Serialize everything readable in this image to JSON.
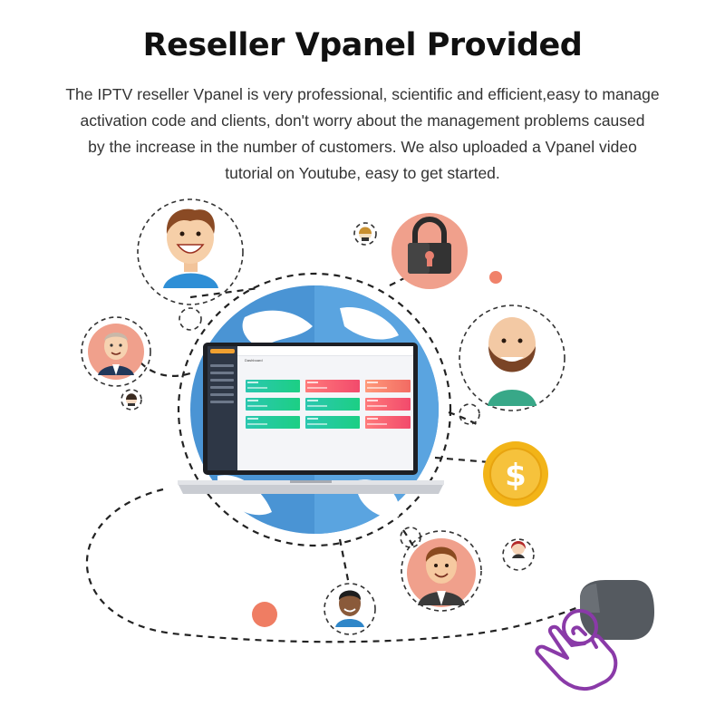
{
  "heading": "Reseller Vpanel Provided",
  "description_lines": [
    "The IPTV reseller Vpanel is very professional, scientific and efficient,easy to manage",
    "activation code and clients, don't worry about the management problems caused",
    "by the increase in the number of customers. We also uploaded a Vpanel video",
    "tutorial on Youtube, easy to get started."
  ],
  "laptop_screen": {
    "section_title": "Dashboard"
  },
  "icons": {
    "avatar_top_left": "smiling-man-avatar-icon",
    "avatar_left": "old-man-avatar-icon",
    "avatar_bearded": "bearded-man-avatar-icon",
    "avatar_bottom_right": "young-man-avatar-icon",
    "avatar_bottom": "man-avatar-icon",
    "lock": "padlock-icon",
    "dollar": "dollar-coin-icon",
    "mouse": "computer-mouse-icon",
    "hand": "pointing-hand-icon",
    "globe": "globe-icon",
    "laptop": "laptop-icon"
  },
  "colors": {
    "salmon_circle": "#f0a08c",
    "dollar_gold": "#f2b418",
    "hand_purple": "#8a3aa8",
    "globe_blue": "#4a94d4",
    "card_teal": "#22c9a0",
    "card_red": "#f55a70"
  }
}
